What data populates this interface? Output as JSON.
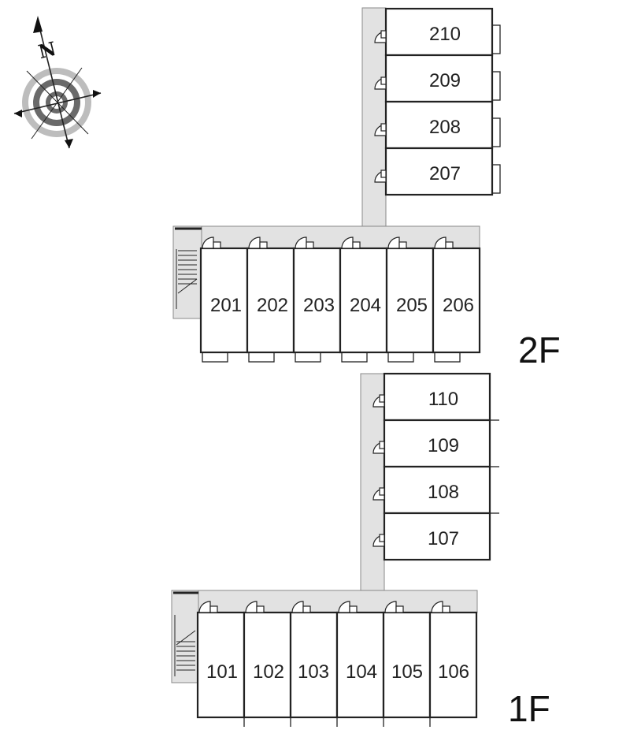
{
  "compass": {
    "north_letter": "N",
    "icon": "compass-rose-icon"
  },
  "floors": [
    {
      "label": "2F",
      "units_row": [
        "201",
        "202",
        "203",
        "204",
        "205",
        "206"
      ],
      "units_column": [
        "210",
        "209",
        "208",
        "207"
      ]
    },
    {
      "label": "1F",
      "units_row": [
        "101",
        "102",
        "103",
        "104",
        "105",
        "106"
      ],
      "units_column": [
        "110",
        "109",
        "108",
        "107"
      ]
    }
  ],
  "colors": {
    "wall": "#222222",
    "corridor": "#e2e2e2",
    "background": "#ffffff"
  }
}
